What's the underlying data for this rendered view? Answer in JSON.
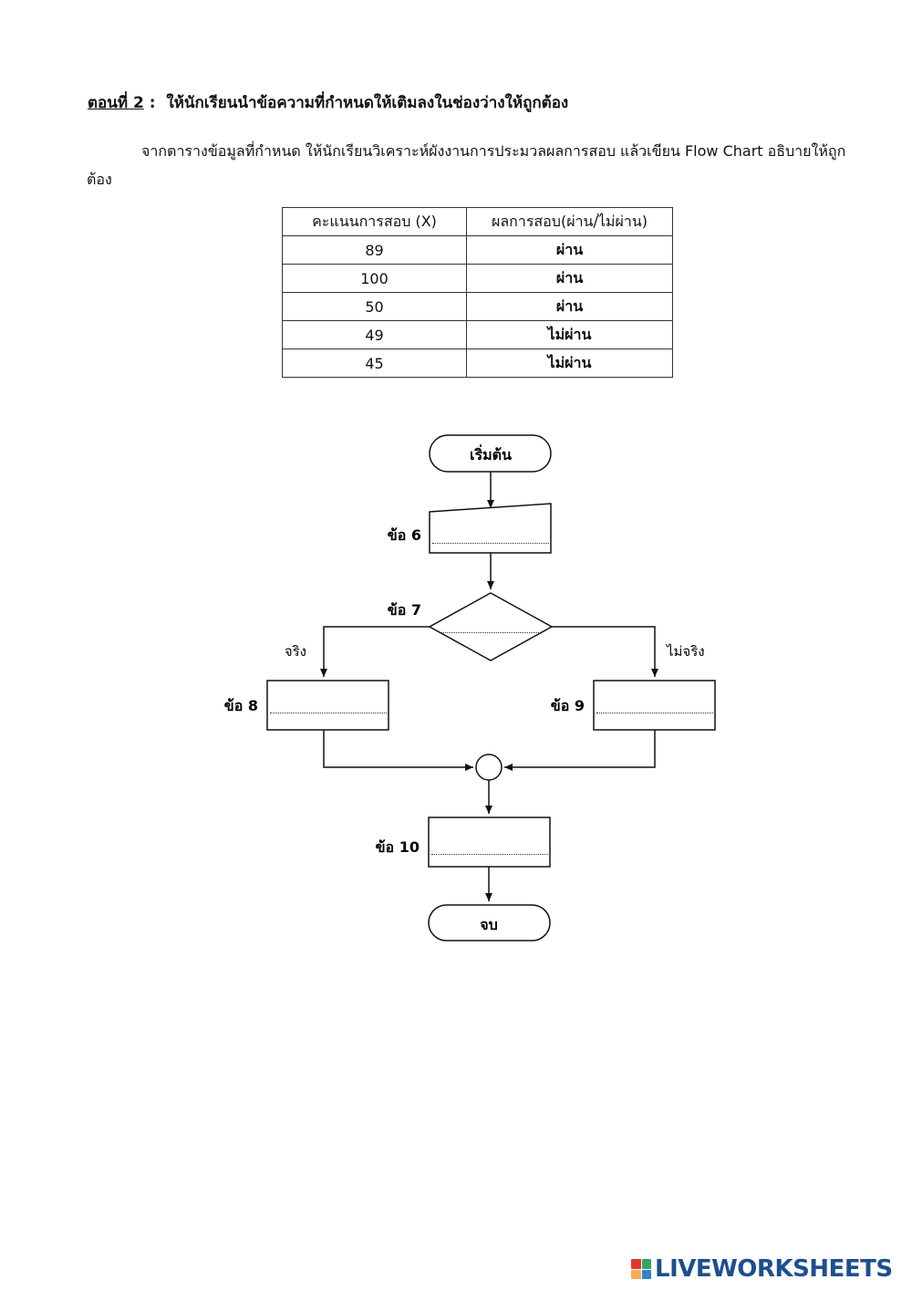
{
  "header": {
    "part_label": "ตอนที่ 2",
    "separator": " :  ",
    "instruction_title": "ให้นักเรียนนำข้อความที่กำหนดให้เติมลงในช่องว่างให้ถูกต้อง"
  },
  "instruction": "จากตารางข้อมูลที่กำหนด ให้นักเรียนวิเคราะห์ผังงานการประมวลผลการสอบ แล้วเขียน Flow Chart อธิบายให้ถูกต้อง",
  "table": {
    "headers": [
      "คะแนนการสอบ (X)",
      "ผลการสอบ(ผ่าน/ไม่ผ่าน)"
    ],
    "rows": [
      {
        "score": "89",
        "result": "ผ่าน"
      },
      {
        "score": "100",
        "result": "ผ่าน"
      },
      {
        "score": "50",
        "result": "ผ่าน"
      },
      {
        "score": "49",
        "result": "ไม่ผ่าน"
      },
      {
        "score": "45",
        "result": "ไม่ผ่าน"
      }
    ]
  },
  "flowchart": {
    "start_label": "เริ่มต้น",
    "end_label": "จบ",
    "q6_label": "ข้อ 6",
    "q7_label": "ข้อ 7",
    "q8_label": "ข้อ 8",
    "q9_label": "ข้อ 9",
    "q10_label": "ข้อ 10",
    "true_label": "จริง",
    "false_label": "ไม่จริง",
    "answers": {
      "q6": "",
      "q7": "",
      "q8": "",
      "q9": "",
      "q10": ""
    }
  },
  "footer": {
    "brand": "LIVEWORKSHEETS",
    "brand_colors": [
      "#e3342f",
      "#38a169",
      "#f6ad55",
      "#3182ce"
    ],
    "brand_text_color": "#1d4f8f"
  }
}
